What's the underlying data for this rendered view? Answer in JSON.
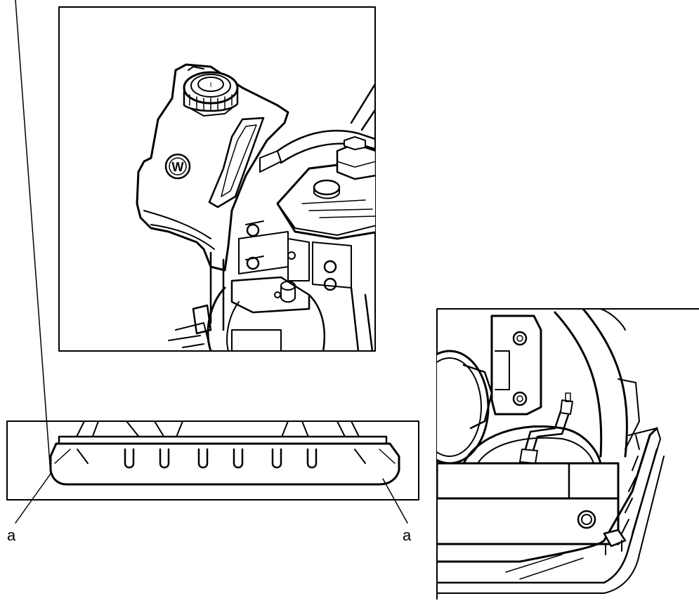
{
  "figure": {
    "callouts": [
      {
        "id": "a-left",
        "text": "a"
      },
      {
        "id": "a-right",
        "text": "a"
      }
    ],
    "cap_marking": "I",
    "logo_letter": "W"
  },
  "colors": {
    "line": "#000000",
    "background": "#ffffff"
  }
}
